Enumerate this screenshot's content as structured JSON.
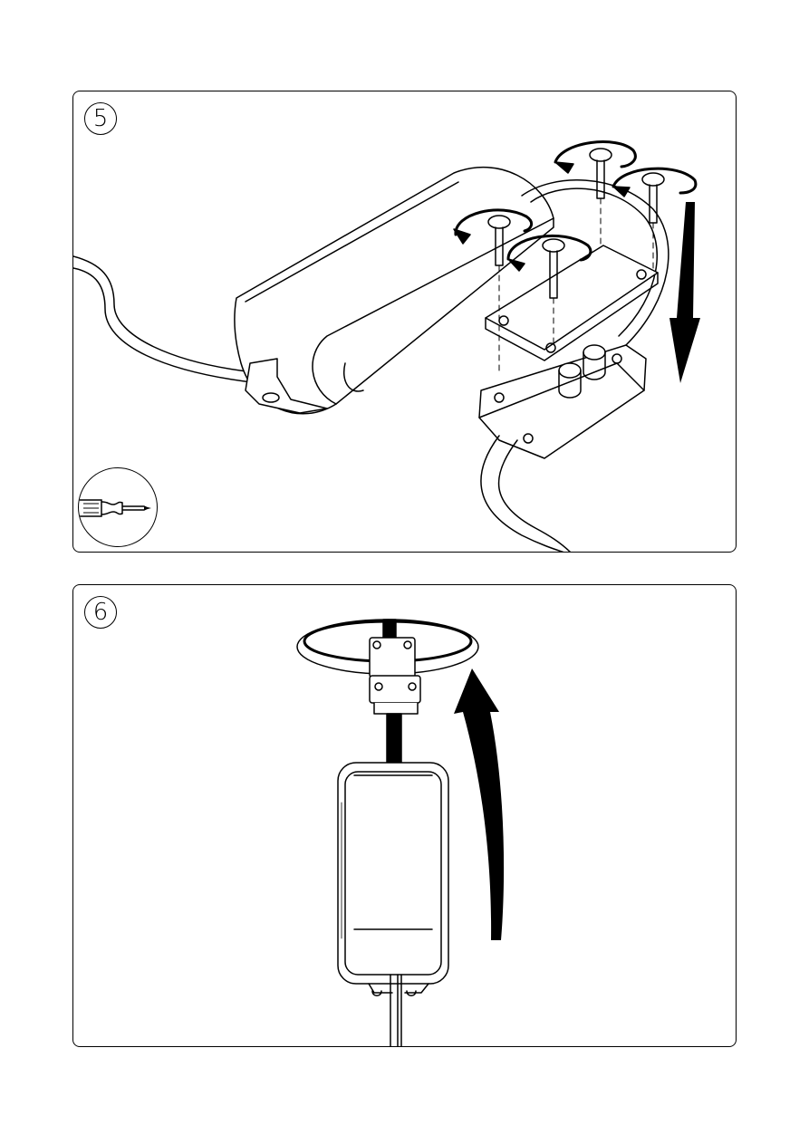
{
  "steps": [
    {
      "number": "5",
      "tool": "screwdriver-icon",
      "action": "tighten-screws"
    },
    {
      "number": "6",
      "action": "push-up-into-ceiling"
    }
  ],
  "colors": {
    "line": "#000000",
    "background": "#ffffff"
  }
}
